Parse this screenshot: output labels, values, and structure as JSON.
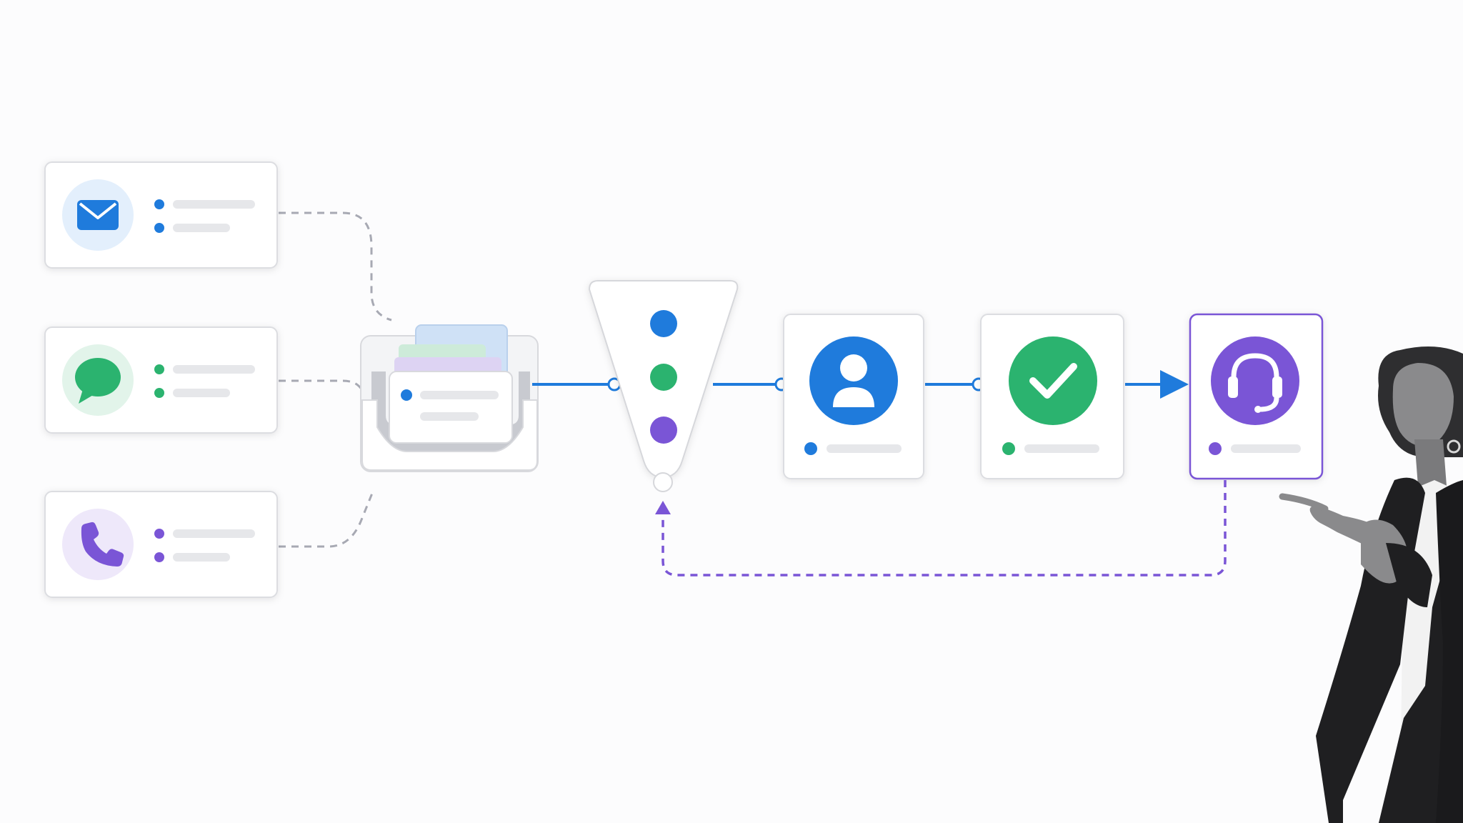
{
  "colors": {
    "blue": "#1f7bdc",
    "green": "#2bb36f",
    "purple": "#7a55d6",
    "blue_tint": "#e3effc",
    "green_tint": "#e2f4ea",
    "purple_tint": "#eee8fa",
    "line_placeholder": "#e6e7ea",
    "connector_gray": "#a7a9b3",
    "card_border": "#dcdde1"
  },
  "channels": [
    {
      "icon": "envelope-icon",
      "accent": "blue"
    },
    {
      "icon": "chat-bubble-icon",
      "accent": "green"
    },
    {
      "icon": "phone-icon",
      "accent": "purple"
    }
  ],
  "funnel_dots": [
    "blue",
    "green",
    "purple"
  ],
  "steps": [
    {
      "icon": "user-icon",
      "accent": "blue"
    },
    {
      "icon": "checkmark-icon",
      "accent": "green"
    },
    {
      "icon": "headset-icon",
      "accent": "purple",
      "highlighted": true
    }
  ],
  "feedback_loop": {
    "style": "dashed",
    "accent": "purple"
  }
}
